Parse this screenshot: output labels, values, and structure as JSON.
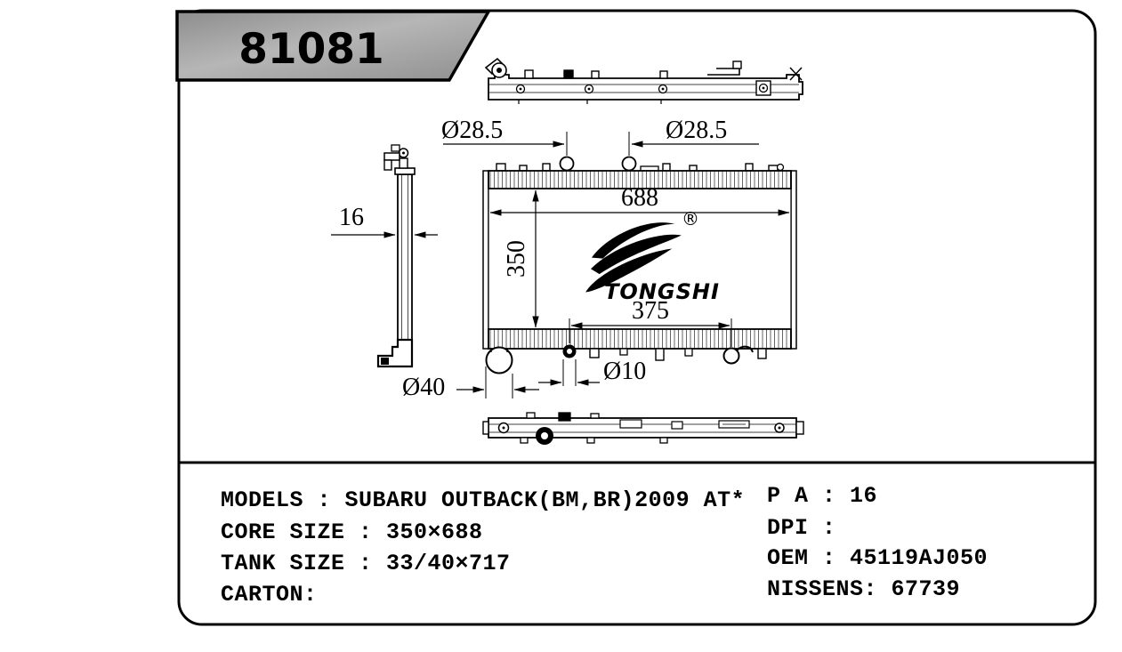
{
  "tag": {
    "part_number": "81081"
  },
  "drawing": {
    "dimensions": {
      "pipe_left": "Ø28.5",
      "pipe_right": "Ø28.5",
      "core_width": "688",
      "core_height": "350",
      "bottom_span": "375",
      "side_thickness": "16",
      "inlet_diameter": "Ø40",
      "drain_diameter": "Ø10"
    },
    "logo": {
      "name": "TONGSHI",
      "registered_mark": "®"
    }
  },
  "specs": {
    "models": "MODELS : SUBARU OUTBACK(BM,BR)2009 AT*",
    "core_size": "CORE SIZE : 350×688",
    "tank_size": "TANK SIZE : 33/40×717",
    "carton": "CARTON:",
    "pa": "P A : 16",
    "dpi": "DPI :",
    "oem": "OEM : 45119AJ050",
    "nissens": "NISSENS: 67739"
  }
}
